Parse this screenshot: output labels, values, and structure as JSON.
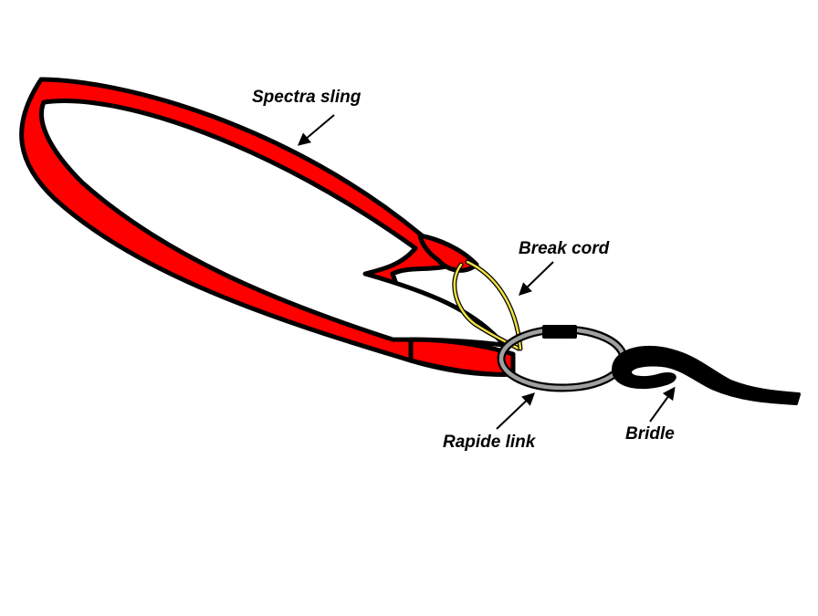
{
  "labels": {
    "spectra_sling": "Spectra sling",
    "break_cord": "Break cord",
    "rapide_link": "Rapide link",
    "bridle": "Bridle"
  },
  "colors": {
    "sling": "#ff0000",
    "outline": "#000000",
    "break_cord": "#f0e040",
    "rapide_link": "#a0a0a0",
    "bridle": "#000000",
    "background": "#ffffff"
  },
  "icons": [
    "arrow-icon"
  ]
}
